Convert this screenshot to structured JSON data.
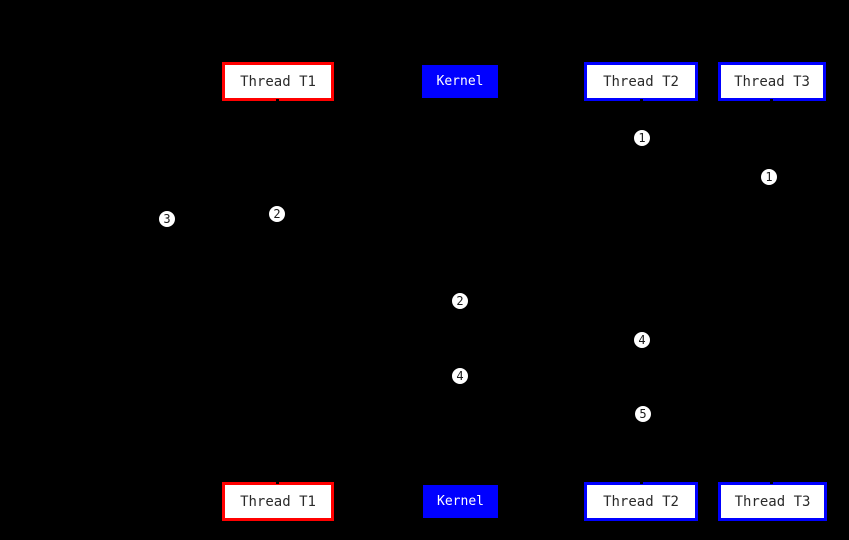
{
  "diagram": {
    "type": "sequence-diagram",
    "background_color": "#000000",
    "colors": {
      "thread_t1_border": "#ff0000",
      "thread_t2_border": "#0000ff",
      "thread_t3_border": "#0000ff",
      "kernel_fill": "#0000ff",
      "actor_box_fill": "#ffffff",
      "actor_text": "#2a2a2a",
      "kernel_text": "#ffffff",
      "marker_fill": "#ffffff",
      "marker_text": "#1a1a1a",
      "lifeline": "#000000"
    },
    "actors": {
      "t1": {
        "label": "Thread T1"
      },
      "kernel": {
        "label": "Kernel"
      },
      "t2": {
        "label": "Thread T2"
      },
      "t3": {
        "label": "Thread T3"
      }
    },
    "markers": [
      {
        "label": "1",
        "lane": "thread-t2"
      },
      {
        "label": "1",
        "lane": "thread-t3"
      },
      {
        "label": "3",
        "lane": "left-of-thread-t1"
      },
      {
        "label": "2",
        "lane": "thread-t1"
      },
      {
        "label": "2",
        "lane": "kernel"
      },
      {
        "label": "4",
        "lane": "kernel"
      },
      {
        "label": "4",
        "lane": "thread-t2"
      },
      {
        "label": "5",
        "lane": "thread-t2"
      }
    ]
  }
}
